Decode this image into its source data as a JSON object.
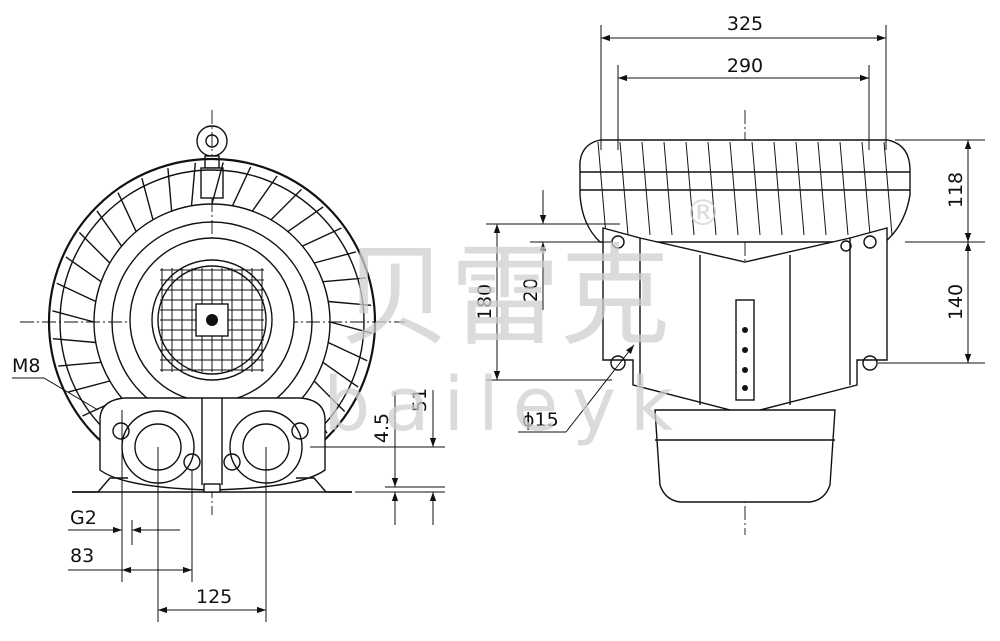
{
  "watermark": {
    "cn": "贝雷克",
    "en": "baileyk",
    "mark": "®"
  },
  "front_view": {
    "thread_label": "M8",
    "pipe_label": "G2",
    "dims": {
      "d83": "83",
      "d125": "125",
      "d45": "4.5",
      "d51": "51"
    }
  },
  "side_view": {
    "dims": {
      "d325": "325",
      "d290": "290",
      "d118": "118",
      "d140": "140",
      "d180": "180",
      "d20": "20",
      "d15": "ϕ15"
    }
  }
}
